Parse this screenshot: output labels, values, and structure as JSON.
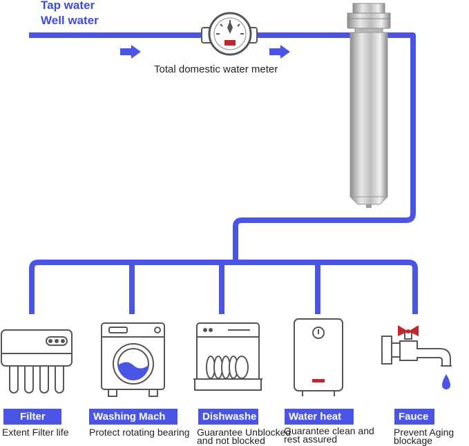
{
  "sources": [
    "Tap water",
    "Well water"
  ],
  "meter_label": "Total domestic water meter",
  "colors": {
    "pipe": "#4a55e6",
    "badge": "#4a55e6",
    "icon": "#555555",
    "accent": "#c0282e"
  },
  "appliances": [
    {
      "label": "Filter",
      "desc": [
        "Extent Filter life"
      ]
    },
    {
      "label": "Washing Mach",
      "desc": [
        "Protect rotating bearing"
      ]
    },
    {
      "label": "Dishwashe",
      "desc": [
        "Guarantee Unblocked",
        "and not blocked"
      ]
    },
    {
      "label": "Water heat",
      "desc": [
        "Guarantee clean and",
        "rest assured"
      ]
    },
    {
      "label": "Fauce",
      "desc": [
        "Prevent Aging",
        "blockage"
      ]
    }
  ]
}
